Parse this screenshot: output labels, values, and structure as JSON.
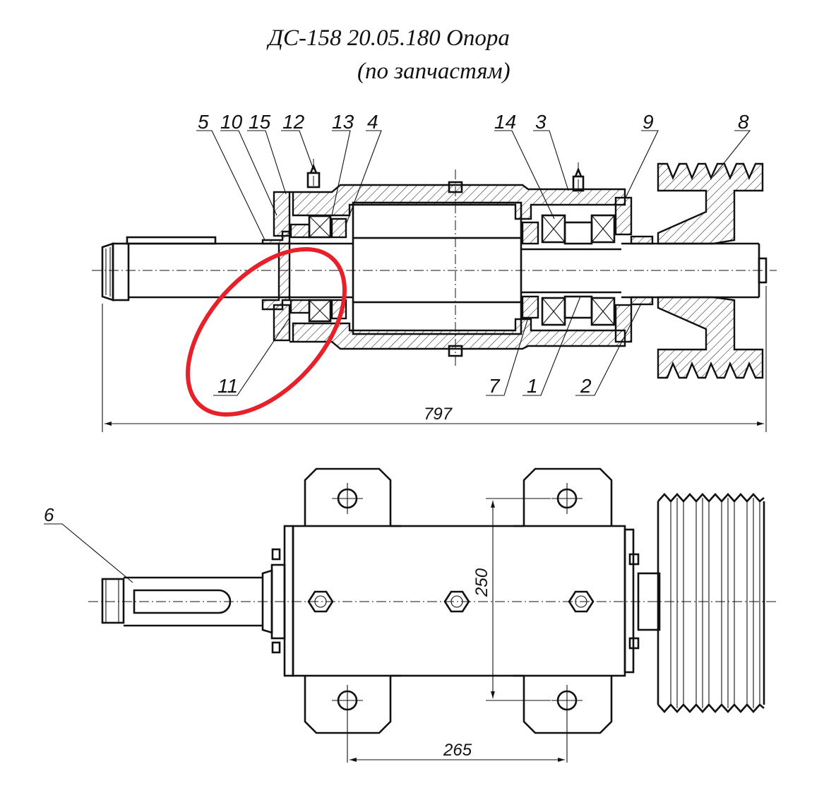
{
  "title": {
    "line1": "ДС-158 20.05.180 Опора",
    "line2": "(по запчастям)"
  },
  "callouts_top": [
    "5",
    "10",
    "15",
    "12",
    "13",
    "4",
    "14",
    "3",
    "9",
    "8"
  ],
  "callouts_bottom": [
    "11",
    "7",
    "1",
    "2"
  ],
  "callout_plan": "6",
  "dimensions": {
    "overall_length": "797",
    "height_spacing": "250",
    "width_spacing": "265"
  },
  "colors": {
    "ink": "#111111",
    "highlight": "#e8202a"
  }
}
